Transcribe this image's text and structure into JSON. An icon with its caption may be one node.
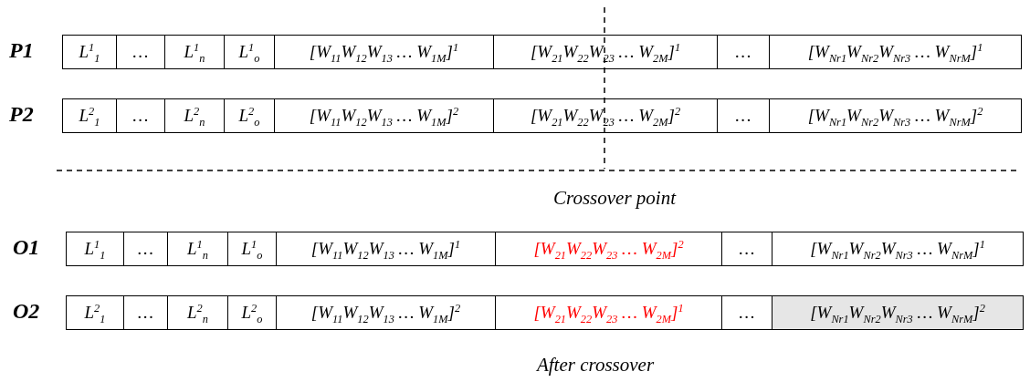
{
  "diagram": {
    "labels": [
      "P1",
      "L$^{1}$$_{1}$",
      "…",
      "L$^{1}$$_{n}$",
      "L$^{1}$$_{o}$",
      "[W$_{11}$W$_{12}$W$_{13}$ … W$_{1M}$]$^{1}$",
      "[W$_{21}$W$_{22}$W$_{23}$ … W$_{2M}$]$^{1}$",
      "…",
      "[W$_{Nr1}$W$_{Nr2}$W$_{Nr3}$ … W$_{NrM}$]$^{1}$",
      "P2",
      "L$^{2}$$_{1}$",
      "…",
      "L$^{2}$$_{n}$",
      "L$^{2}$$_{o}$",
      "[W$_{11}$W$_{12}$W$_{13}$ … W$_{1M}$]$^{2}$",
      "[W$_{21}$W$_{22}$W$_{23}$ … W$_{2M}$]$^{2}$",
      "…",
      "[W$_{Nr1}$W$_{Nr2}$W$_{Nr3}$ … W$_{NrM}$]$^{2}$",
      "Crossover point",
      "O1",
      "L$^{1}$$_{1}$",
      "…",
      "L$^{1}$$_{n}$",
      "L$^{1}$$_{o}$",
      "[W$_{11}$W$_{12}$W$_{13}$ … W$_{1M}$]$^{1}$",
      "[W$_{21}$W$_{22}$W$_{23}$ … W$_{2M}$]$^{2}$",
      "…",
      "[W$_{Nr1}$W$_{Nr2}$W$_{Nr3}$ … W$_{NrM}$]$^{1}$",
      "O2",
      "L$^{2}$$_{1}$",
      "…",
      "L$^{2}$$_{n}$",
      "L$^{2}$$_{o}$",
      "[W$_{11}$W$_{12}$W$_{13}$ … W$_{1M}$]$^{2}$",
      "[W$_{21}$W$_{22}$W$_{23}$ … W$_{2M}$]$^{1}$",
      "…",
      "[W$_{Nr1}$W$_{Nr2}$W$_{Nr3}$ … W$_{NrM}$]$^{2}$",
      "After crossover"
    ]
  }
}
